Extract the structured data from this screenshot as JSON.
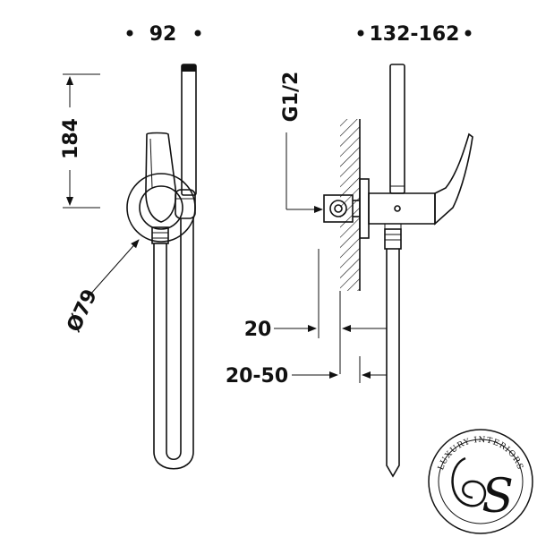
{
  "dimensions": {
    "width_label": "92",
    "depth_label": "132-162",
    "height_label": "184",
    "diameter_label": "Ø79",
    "thread_label": "G1/2",
    "wall_offset_label": "20",
    "adjust_label": "20-50"
  },
  "logo": {
    "ring_text": "LUXURY INTERIORS",
    "monogram": "S"
  }
}
